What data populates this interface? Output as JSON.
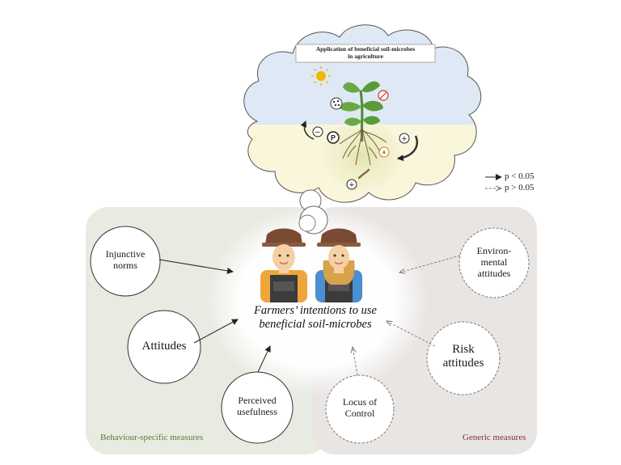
{
  "cloud": {
    "title_line1": "Application of beneficial soil-microbes",
    "title_line2": "in agriculture",
    "sign_minus": "−",
    "sign_plus_right": "+",
    "sign_plus_bottom": "+",
    "p_icon_letter": "P"
  },
  "legend": {
    "solid_label": "p < 0.05",
    "dashed_label": "p > 0.05"
  },
  "center": {
    "line1": "Farmers’ intentions to use",
    "line2": "beneficial soil-microbes"
  },
  "behaviour_nodes": {
    "injunctive_line1": "Injunctive",
    "injunctive_line2": "norms",
    "attitudes": "Attitudes",
    "perceived_line1": "Perceived",
    "perceived_line2": "usefulness"
  },
  "generic_nodes": {
    "env_line1": "Environ-",
    "env_line2": "mental",
    "env_line3": "attitudes",
    "risk_line1": "Risk",
    "risk_line2": "attitudes",
    "locus_line1": "Locus of",
    "locus_line2": "Control"
  },
  "sections": {
    "behaviour_label": "Behaviour-specific measures",
    "generic_label": "Generic measures"
  },
  "colors": {
    "behaviour_panel": "#e8ebe2",
    "generic_panel": "#e9e5e3",
    "behaviour_text": "#5c7a3a",
    "generic_text": "#7a3045",
    "sky": "#dfe9f5",
    "soil": "#faf6dc",
    "plant_green": "#5a9a3c",
    "sun": "#f5b400"
  }
}
